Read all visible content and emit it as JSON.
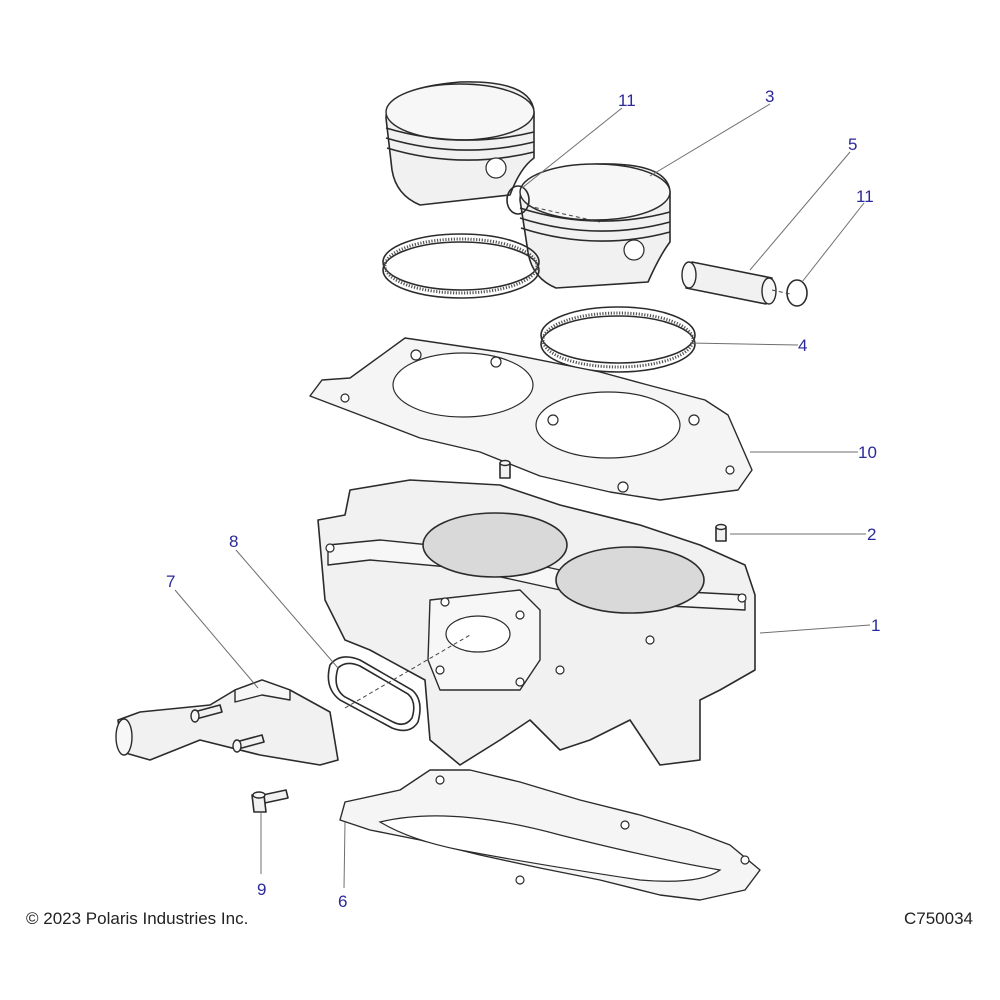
{
  "callouts": [
    {
      "id": "c1",
      "label": "1"
    },
    {
      "id": "c2",
      "label": "2"
    },
    {
      "id": "c3",
      "label": "3"
    },
    {
      "id": "c4",
      "label": "4"
    },
    {
      "id": "c5",
      "label": "5"
    },
    {
      "id": "c6",
      "label": "6"
    },
    {
      "id": "c7",
      "label": "7"
    },
    {
      "id": "c8",
      "label": "8"
    },
    {
      "id": "c9",
      "label": "9"
    },
    {
      "id": "c10",
      "label": "10"
    },
    {
      "id": "c11a",
      "label": "11"
    },
    {
      "id": "c11b",
      "label": "11"
    }
  ],
  "footer": {
    "copyright": "© 2023 Polaris Industries Inc.",
    "diagram_code": "C750034"
  },
  "colors": {
    "callout_text": "#2a2a9a",
    "part_fill": "#f1f1f1",
    "bore_fill": "#d9d9d9",
    "outline": "#2b2b2b"
  }
}
